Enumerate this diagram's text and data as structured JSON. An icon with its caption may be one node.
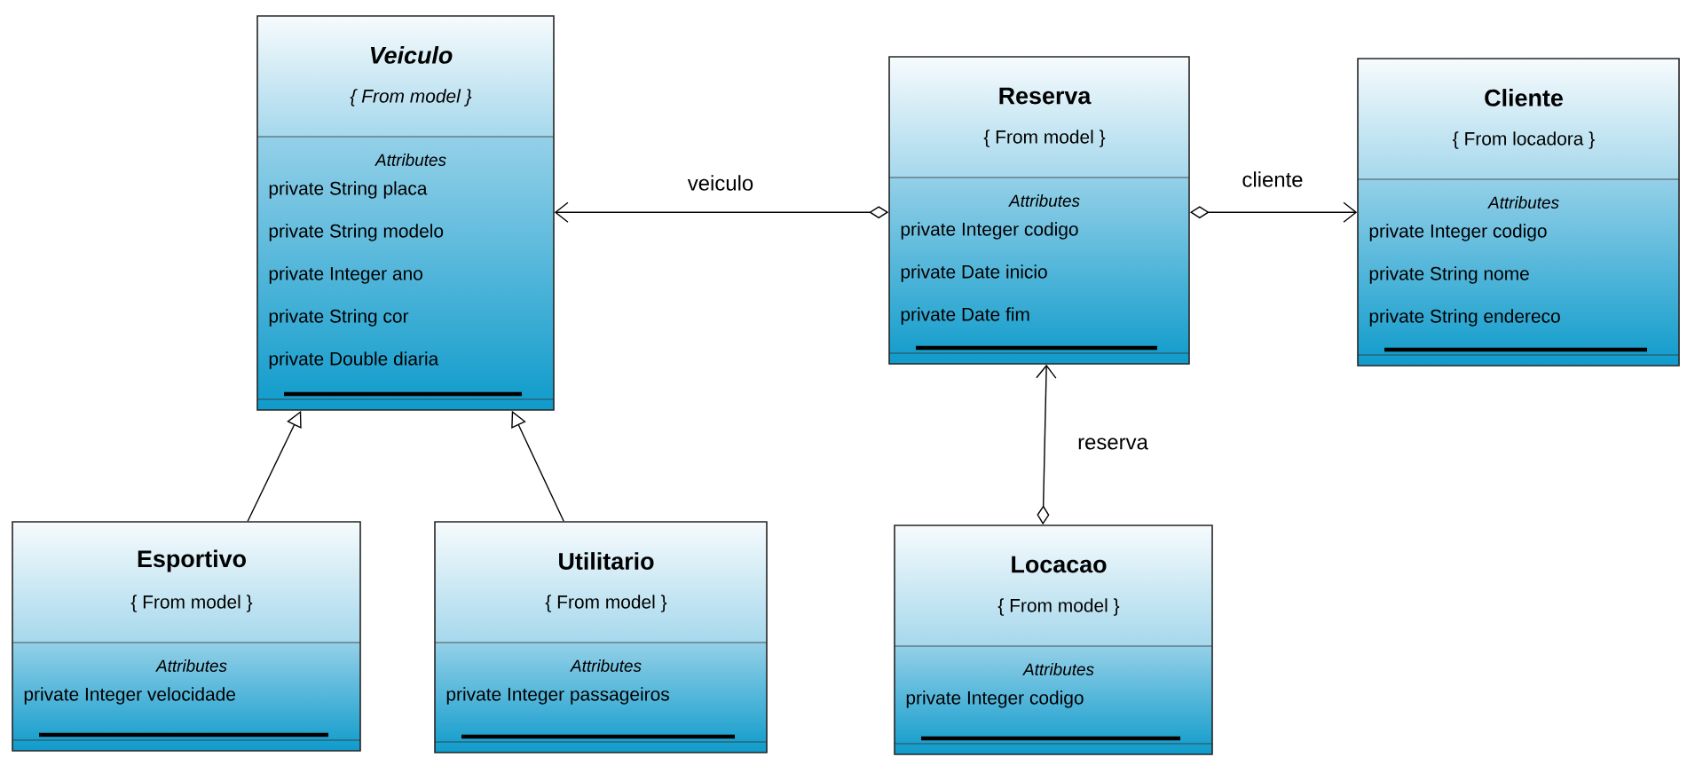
{
  "diagram": {
    "nodes": [
      {
        "text": [
          "Veiculo",
          "{ From model }",
          "Attributes",
          "private String placa",
          "private String modelo",
          "private Integer ano",
          "private String cor",
          "private Double diaria"
        ]
      },
      {
        "text": [
          "Reserva",
          "{ From model }",
          "Attributes",
          "private Integer codigo",
          "private Date inicio",
          "private Date fim"
        ]
      },
      {
        "text": [
          "Cliente",
          "{ From locadora }",
          "Attributes",
          "private Integer codigo",
          "private String nome",
          "private String endereco"
        ]
      },
      {
        "text": [
          "Esportivo",
          "{ From model }",
          "Attributes",
          "private Integer velocidade"
        ]
      },
      {
        "text": [
          "Utilitario",
          "{ From model }",
          "Attributes",
          "private Integer passageiros"
        ]
      },
      {
        "text": [
          "Locacao",
          "{ From model }",
          "Attributes",
          "private Integer codigo"
        ]
      }
    ],
    "edges": [
      {
        "from": 1,
        "to": 0,
        "arrow": "to",
        "label": "veiculo"
      },
      {
        "from": 1,
        "to": 2,
        "arrow": "to",
        "label": "cliente"
      },
      {
        "from": 5,
        "to": 1,
        "arrow": "to",
        "label": "reserva"
      },
      {
        "from": 3,
        "to": 0,
        "arrow": "to"
      },
      {
        "from": 4,
        "to": 0,
        "arrow": "to"
      }
    ]
  }
}
